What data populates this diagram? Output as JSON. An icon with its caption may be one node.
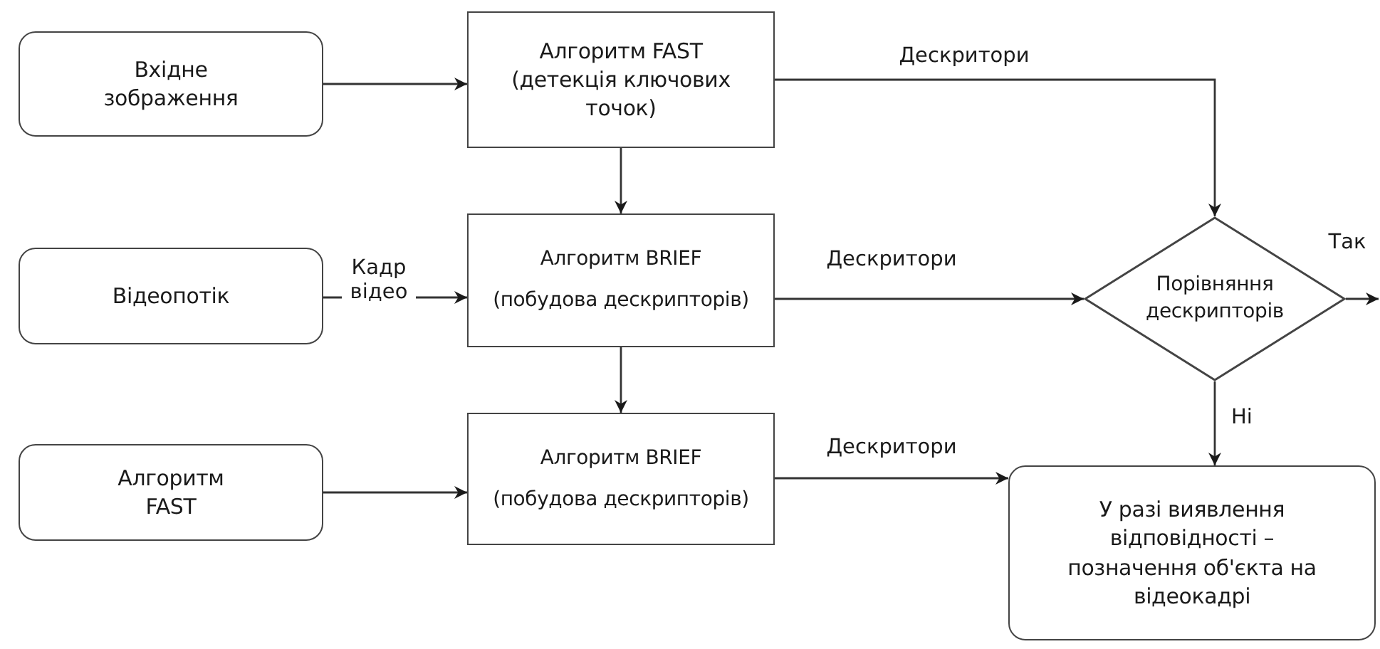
{
  "diagram": {
    "nodes": [
      {
        "text": [
          "Вхідне зображення"
        ]
      },
      {
        "text": [
          "Алгоритм FAST (детекція ключових точок)"
        ]
      },
      {
        "text": [
          "Відеопотік"
        ]
      },
      {
        "text": [
          "Алгоритм BRIEF",
          "(побудова дескрипторів)"
        ]
      },
      {
        "text": [
          "Алгоритм FAST"
        ]
      },
      {
        "text": [
          "Алгоритм BRIEF",
          "(побудова дескрипторів)"
        ]
      },
      {
        "text": [
          "Порівняння дескрипторів"
        ]
      },
      {
        "text": [
          "У разі виявлення відповідності – позначення об'єкта на відеокадрі"
        ]
      }
    ],
    "edges": [
      {
        "from": 0,
        "to": 1,
        "arrow": "to"
      },
      {
        "from": 1,
        "to": 3,
        "arrow": "to"
      },
      {
        "from": 2,
        "to": 3,
        "arrow": "to",
        "label": "Кадр відео"
      },
      {
        "from": 3,
        "to": 5,
        "arrow": "to"
      },
      {
        "from": 4,
        "to": 5,
        "arrow": "to"
      },
      {
        "from": 1,
        "to": 6,
        "arrow": "to",
        "label": "Дескритори"
      },
      {
        "from": 3,
        "to": 6,
        "arrow": "to",
        "label": "Дескритори"
      },
      {
        "from": 5,
        "to": 7,
        "arrow": "to",
        "label": "Дескритори"
      },
      {
        "from": 6,
        "to": 7,
        "arrow": "to",
        "label": "Ні"
      },
      {
        "from": 6,
        "to": null,
        "arrow": "to",
        "label": "Так"
      }
    ]
  }
}
